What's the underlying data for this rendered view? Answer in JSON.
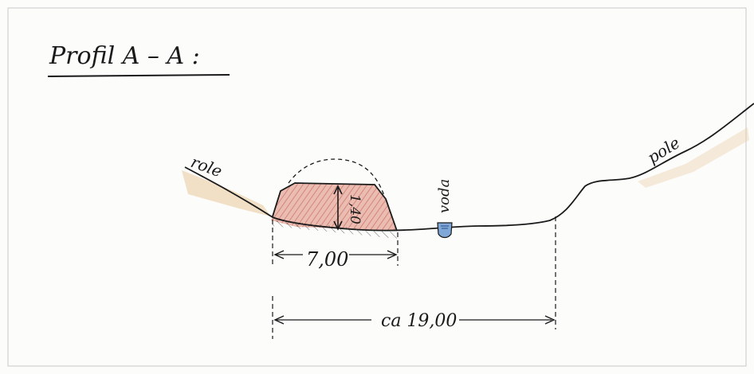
{
  "title": "Profil A – A :",
  "labels": {
    "field_left": "role",
    "field_right": "pole",
    "water": "voda",
    "height": "1,40",
    "width_small": "7,00",
    "width_total": "ca 19,00"
  },
  "colors": {
    "ink": "#1a1a1a",
    "paper": "#fcfcfb",
    "frame": "#c9c9c9",
    "fill_mound": "#d98a7a",
    "hatch_mound": "#c0584a",
    "fill_ground": "#e7c99a",
    "fill_water": "#7fa8d8"
  }
}
